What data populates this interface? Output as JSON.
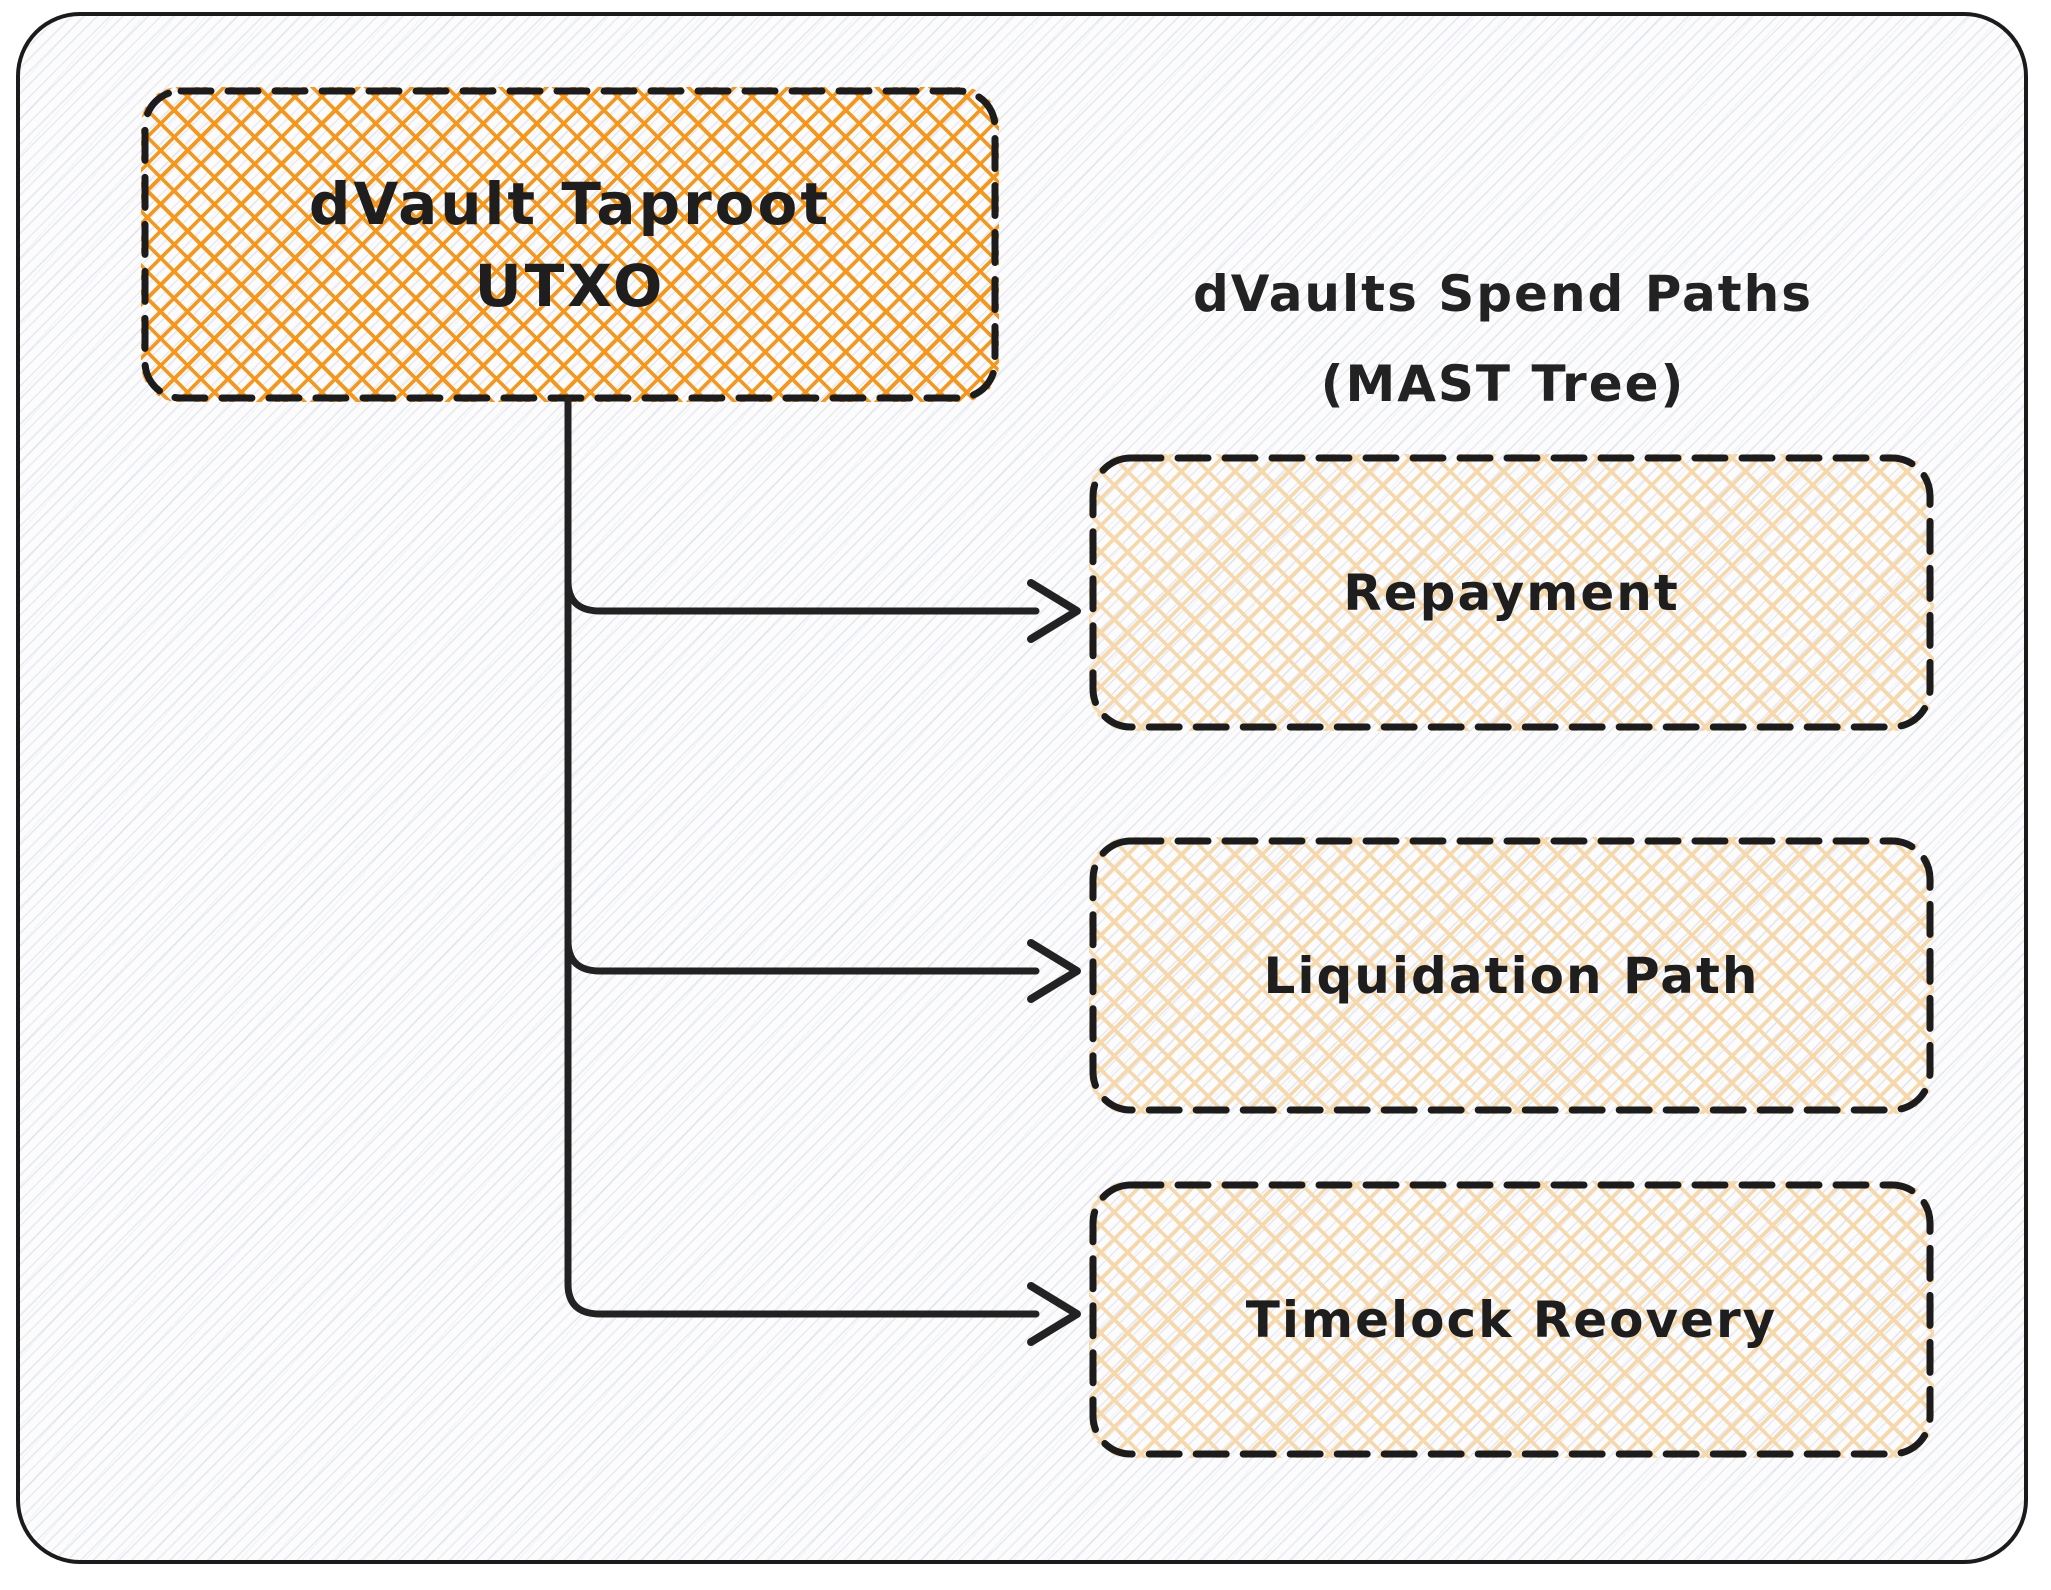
{
  "diagram": {
    "root_node": {
      "id": "dvault-taproot-utxo",
      "lines": [
        "dVault Taproot",
        "UTXO"
      ]
    },
    "section_label": {
      "lines": [
        "dVaults Spend Paths",
        "(MAST Tree)"
      ]
    },
    "spend_paths": [
      {
        "id": "repayment",
        "label": "Repayment"
      },
      {
        "id": "liquidation-path",
        "label": "Liquidation Path"
      },
      {
        "id": "timelock-recovery",
        "label": "Timelock Reovery"
      }
    ],
    "edges": [
      {
        "from": "dvault-taproot-utxo",
        "to": "repayment"
      },
      {
        "from": "dvault-taproot-utxo",
        "to": "liquidation-path"
      },
      {
        "from": "dvault-taproot-utxo",
        "to": "timelock-recovery"
      }
    ],
    "colors": {
      "root_hatch": "#F79619",
      "path_hatch": "#F7D8AB",
      "ink": "#1E1E1E",
      "paper_hatch": "#96A5C6"
    }
  }
}
